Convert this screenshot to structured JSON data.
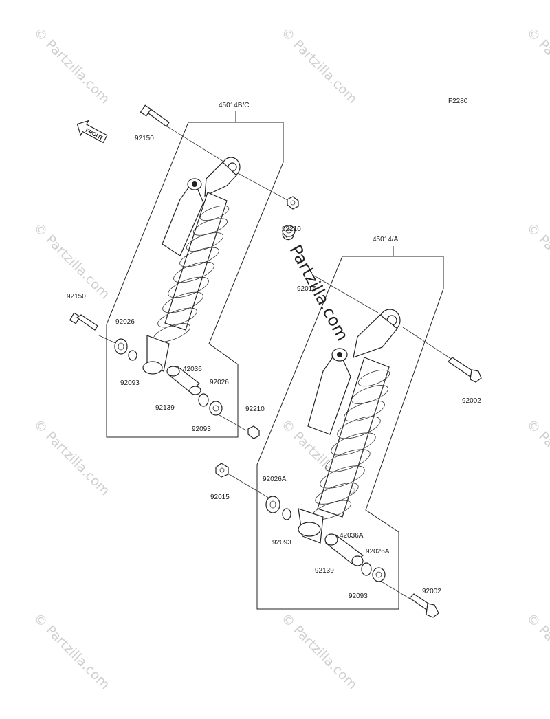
{
  "diagram_code": "F2280",
  "front_label": "FRONT",
  "watermark": "© Partzilla.com",
  "assemblies": {
    "upper": "45014B/C",
    "lower": "45014/A"
  },
  "parts": {
    "bolt_upper_top": "92150",
    "bolt_upper_bottom": "92150",
    "nut_upper_top": "92210",
    "nut_upper_mid": "92015",
    "washer_u1": "92026",
    "oring_u1": "92093",
    "collar_u": "42036",
    "sleeve_u": "92139",
    "washer_u2": "92026",
    "oring_u2": "92093",
    "nut_u_bottom": "92210",
    "bolt_lower_top": "92002",
    "nut_lower_left": "92015",
    "washer_l1": "92026A",
    "oring_l1": "92093",
    "collar_l": "42036A",
    "sleeve_l": "92139",
    "washer_l2": "92026A",
    "oring_l2": "92093",
    "bolt_lower_bottom": "92002"
  }
}
